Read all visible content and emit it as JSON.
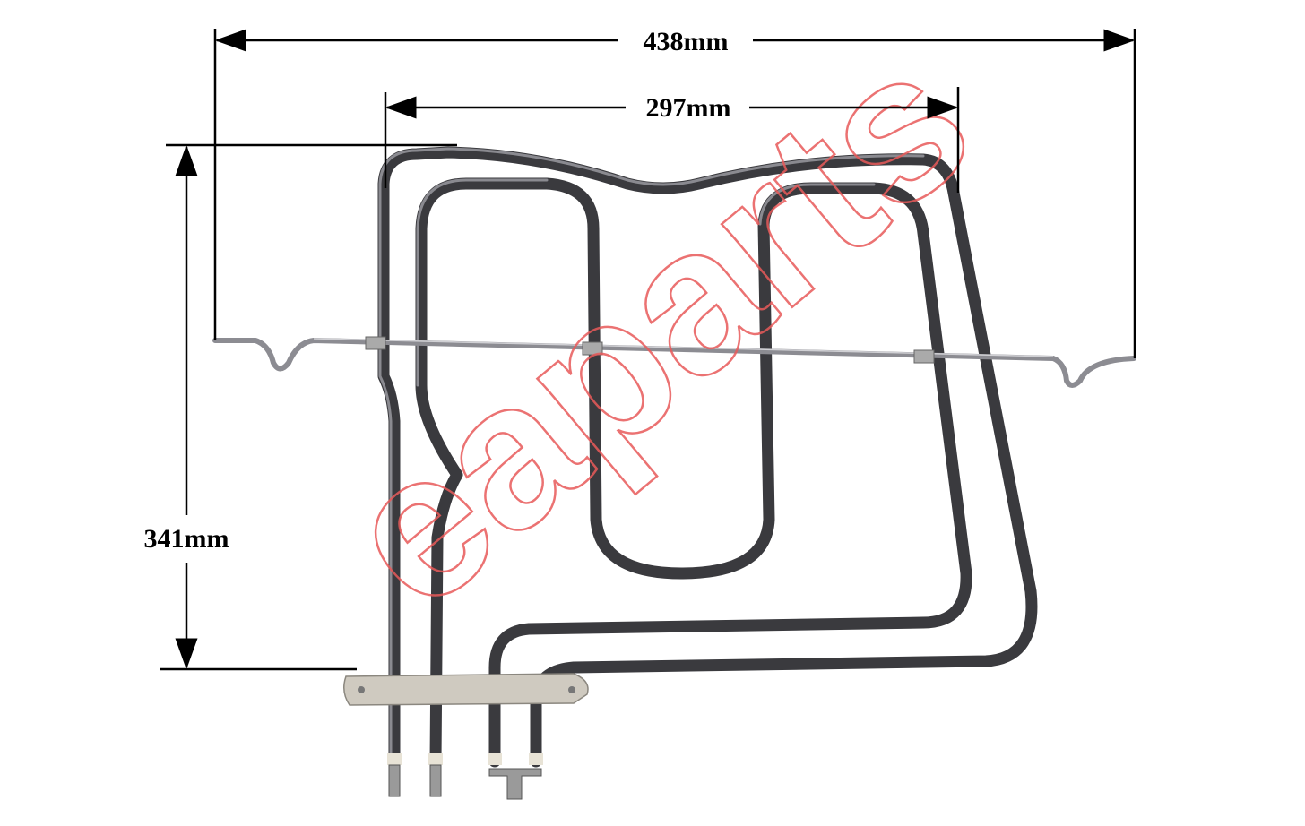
{
  "dimensions": {
    "width_overall": "438mm",
    "width_element": "297mm",
    "height": "341mm"
  },
  "watermark": "eaparts",
  "colors": {
    "watermark": "#e85a5a",
    "element": "#3a3a3e",
    "bracket": "#9a9aa0"
  }
}
